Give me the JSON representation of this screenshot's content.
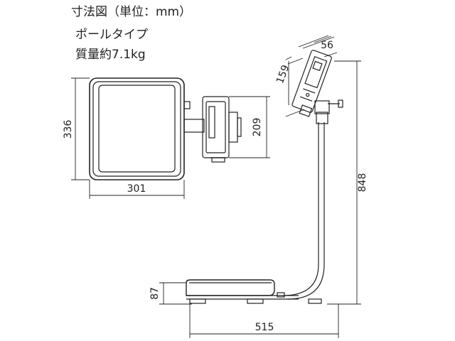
{
  "heading": "寸法図（単位：mm）",
  "model": "ポールタイプ",
  "weight": "質量約7.1kg",
  "dimensions": {
    "top_depth": "336",
    "top_width": "301",
    "display_height": "209",
    "head_width": "56",
    "head_height": "159",
    "total_height": "848",
    "base_height": "87",
    "total_depth": "515"
  }
}
